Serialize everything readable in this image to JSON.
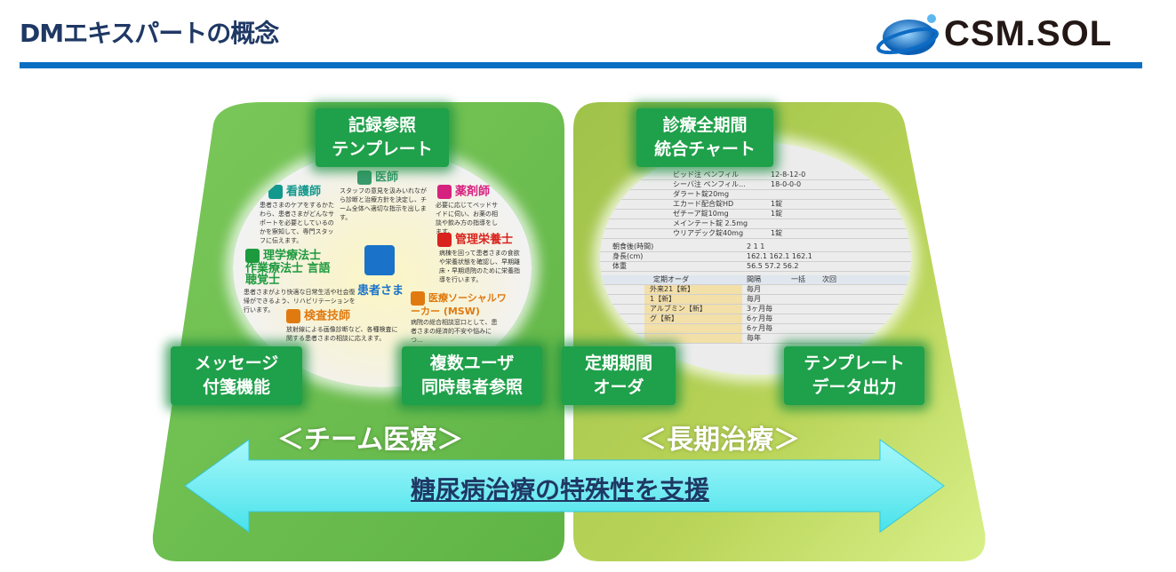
{
  "header": {
    "title": "DMエキスパートの概念",
    "logo_text": "CSM.SOL"
  },
  "colors": {
    "title": "#1f3864",
    "rule": "#0a6fc2",
    "left_panel": "#6dbd4f",
    "right_panel": "#b5cf4e",
    "label_box": "#1fa04a",
    "arrow": "#6ff0f5"
  },
  "left": {
    "heading": "＜チーム医療＞",
    "labels": [
      {
        "line1": "記録参照",
        "line2": "テンプレート"
      },
      {
        "line1": "メッセージ",
        "line2": "付箋機能"
      },
      {
        "line1": "複数ユーザ",
        "line2": "同時患者参照"
      }
    ],
    "center": "患者さま",
    "roles": [
      {
        "name": "医師",
        "desc": "スタッフの意見を汲みいれながら診断と治療方針を決定し、チーム全体へ適切な指示を出します。",
        "color": "#3a9a6e"
      },
      {
        "name": "看護師",
        "desc": "患者さまのケアをするかたわら、患者さまがどんなサポートを必要としているのかを察知して、専門スタッフに伝えます。",
        "color": "#13988e"
      },
      {
        "name": "薬剤師",
        "desc": "必要に応じてベッドサイドに伺い、お薬の相談や飲み方の指導をします。",
        "color": "#d6227f"
      },
      {
        "name": "理学療法士 作業療法士 言語聴覚士",
        "desc": "患者さまがより快適な日常生活や社会復帰ができるよう、リハビリテーションを行います。",
        "color": "#1e9a3e"
      },
      {
        "name": "管理栄養士",
        "desc": "病棟を回って患者さまの食欲や栄養状態を確認し、早期離床・早期退院のために栄養指導を行います。",
        "color": "#d9231e"
      },
      {
        "name": "検査技師",
        "desc": "放射線による画像診断など、各種検査に関する患者さまの相談に応えます。",
        "color": "#e07a10"
      },
      {
        "name": "医療ソーシャルワーカー (MSW)",
        "desc": "病院の総合相談窓口として、患者さまの経済的不安や悩みにつ…",
        "color": "#e07a10"
      }
    ]
  },
  "right": {
    "heading": "＜長期治療＞",
    "labels": [
      {
        "line1": "診療全期間",
        "line2": "統合チャート"
      },
      {
        "line1": "定期期間",
        "line2": "オーダ"
      },
      {
        "line1": "テンプレート",
        "line2": "データ出力"
      }
    ],
    "chart_rows": [
      [
        "ビッド注 ペンフィル",
        "12-8-12-0"
      ],
      [
        "シーバ注 ペンフィル...",
        "18-0-0-0"
      ],
      [
        "ダラート錠20mg",
        ""
      ],
      [
        "エカード配合錠HD",
        "1錠"
      ],
      [
        "ゼチーア錠10mg",
        "1錠"
      ],
      [
        "メインテート錠 2.5mg",
        ""
      ],
      [
        "ウリアデック錠40mg",
        "1錠"
      ],
      [
        "朝食後(時間)",
        "2  1  1"
      ],
      [
        "身長(cm)",
        "162.1  162.1  162.1"
      ],
      [
        "体重",
        "56.5  57.2  56.2"
      ]
    ],
    "order_header": [
      "定期オーダ",
      "間隔",
      "一括",
      "次回"
    ],
    "orders": [
      [
        "外来21【新】",
        "毎月"
      ],
      [
        "1【新】",
        "毎月"
      ],
      [
        "アルブミン【新】",
        "3ヶ月毎"
      ],
      [
        "グ【新】",
        "6ヶ月毎"
      ],
      [
        "",
        "6ヶ月毎"
      ],
      [
        "",
        "毎年"
      ]
    ]
  },
  "banner": {
    "text": "糖尿病治療の特殊性を支援"
  }
}
